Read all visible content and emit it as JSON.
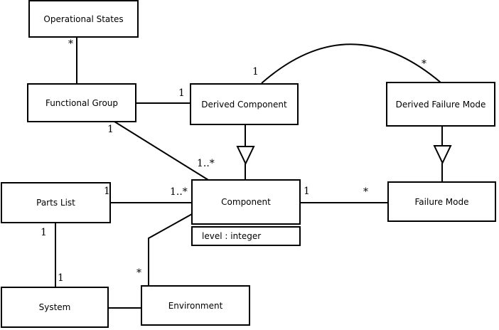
{
  "diagram": {
    "kind": "uml-class-diagram",
    "background_color": "#ffffff",
    "line_color": "#000000",
    "text_color": "#000000"
  },
  "nodes": {
    "operational_states": {
      "label": "Operational States"
    },
    "functional_group": {
      "label": "Functional Group"
    },
    "derived_component": {
      "label": "Derived Component"
    },
    "derived_failure_mode": {
      "label": "Derived Failure Mode"
    },
    "parts_list": {
      "label": "Parts List"
    },
    "component": {
      "label": "Component",
      "attributes": [
        "level : integer"
      ]
    },
    "failure_mode": {
      "label": "Failure Mode"
    },
    "system": {
      "label": "System"
    },
    "environment": {
      "label": "Environment"
    }
  },
  "edges": [
    {
      "source": "Operational States",
      "target": "Functional Group",
      "type": "association",
      "source_label": "*"
    },
    {
      "source": "Functional Group",
      "target": "Derived Component",
      "type": "association",
      "target_label": "1"
    },
    {
      "source": "Derived Component",
      "target": "Derived Failure Mode",
      "type": "association",
      "shape": "arc",
      "source_label": "1",
      "target_label": "*"
    },
    {
      "source": "Functional Group",
      "target": "Component",
      "type": "association",
      "source_label": "1",
      "target_label": "1..*"
    },
    {
      "source": "Parts List",
      "target": "Component",
      "type": "association",
      "source_label": "1",
      "target_label": "1..*"
    },
    {
      "source": "Component",
      "target": "Failure Mode",
      "type": "association",
      "source_label": "1",
      "target_label": "*"
    },
    {
      "source": "Parts List",
      "target": "System",
      "type": "association",
      "source_label": "1",
      "target_label": "1"
    },
    {
      "source": "Component",
      "target": "Environment",
      "type": "association",
      "target_label": "*"
    },
    {
      "source": "System",
      "target": "Environment",
      "type": "association"
    },
    {
      "source": "Derived Component",
      "target": "Component",
      "type": "generalization"
    },
    {
      "source": "Derived Failure Mode",
      "target": "Failure Mode",
      "type": "generalization"
    }
  ]
}
